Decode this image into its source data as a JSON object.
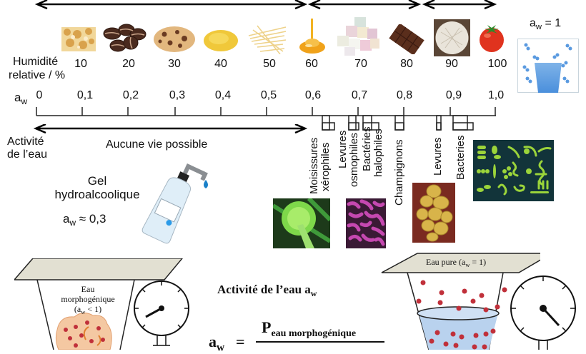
{
  "humidity": {
    "label_line1": "Humidité",
    "label_line2": "relative / %",
    "values": [
      "10",
      "20",
      "30",
      "40",
      "50",
      "60",
      "70",
      "80",
      "90",
      "100"
    ]
  },
  "foods": [
    {
      "name": "cornflakes",
      "humidity": "10"
    },
    {
      "name": "coffee-beans",
      "humidity": "20"
    },
    {
      "name": "cookie",
      "humidity": "30"
    },
    {
      "name": "semolina",
      "humidity": "40"
    },
    {
      "name": "spaghetti",
      "humidity": "50"
    },
    {
      "name": "honey",
      "humidity": "60"
    },
    {
      "name": "marshmallows",
      "humidity": "70"
    },
    {
      "name": "chocolate",
      "humidity": "80"
    },
    {
      "name": "cheese",
      "humidity": "90"
    },
    {
      "name": "tomato",
      "humidity": "100"
    }
  ],
  "pure_water_box": {
    "label_a": "a",
    "label_sub": "w",
    "label_rest": " = 1"
  },
  "aw_axis": {
    "symbol": "a",
    "symbol_sub": "w",
    "ticks": [
      "0",
      "0,1",
      "0,2",
      "0,3",
      "0,4",
      "0,5",
      "0,6",
      "0,7",
      "0,8",
      "0,9",
      "1,0"
    ]
  },
  "water_activity_label": {
    "line1": "Activité",
    "line2": "de l’eau"
  },
  "no_life": "Aucune vie possible",
  "organisms": [
    {
      "line1": "Moisissures",
      "line2": "xérophiles"
    },
    {
      "line1": "Levures",
      "line2": "osmophiles"
    },
    {
      "line1": "Bactéries",
      "line2": "halophiles"
    },
    {
      "line1": "Champignons",
      "line2": ""
    },
    {
      "line1": "Levures",
      "line2": ""
    },
    {
      "line1": "Bacteries",
      "line2": ""
    }
  ],
  "gel": {
    "line1": "Gel",
    "line2": "hydroalcoolique",
    "aw_a": "a",
    "aw_sub": "w",
    "aw_rest": " ≈ 0,3"
  },
  "left_jar": {
    "line1": "Eau",
    "line2": "morphogénique",
    "line3_a": "(a",
    "line3_sub": "w",
    "line3_rest": " < 1)"
  },
  "right_jar": {
    "label_a": "Eau pure (a",
    "label_sub": "w",
    "label_rest": " = 1)"
  },
  "formula": {
    "title": "Activité de l’eau a",
    "title_sub": "w",
    "lhs": "a",
    "lhs_sub": "w",
    "equals": "=",
    "numerator": "P",
    "numerator_sub": "eau morphogénique"
  },
  "colors": {
    "molecule_red": "#c0303a",
    "water_blue": "#b9d2ee",
    "bacteria_bg": "#12343a",
    "bacteria_green": "#9bd43a",
    "mold_green": "#7ed84a",
    "pink_bacteria": "#c548b0",
    "yeast_bg": "#7a2a20",
    "yeast_yellow": "#d8b44a"
  }
}
